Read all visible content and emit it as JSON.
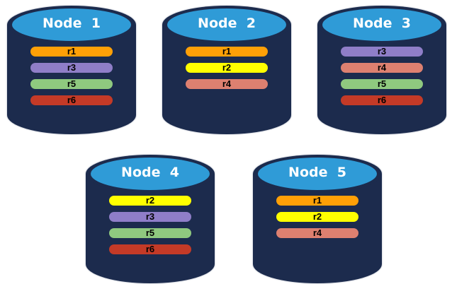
{
  "diagram": {
    "canvas_background": "#FFFFFF",
    "cylinder_style": {
      "body_color": "#1C2B4D",
      "top_face_color": "#2F9BD7",
      "title_color": "#FFFFFF",
      "replica_label_color": "#000000"
    },
    "replica_colors": {
      "r1": "#FFA007",
      "r2": "#FFFF00",
      "r3": "#8F7EC8",
      "r4": "#DD8070",
      "r5": "#8FC97F",
      "r6": "#C43A27"
    },
    "nodes": [
      {
        "title": "Node  1",
        "row": 1,
        "replicas": [
          "r1",
          "r3",
          "r5",
          "r6"
        ]
      },
      {
        "title": "Node  2",
        "row": 1,
        "replicas": [
          "r1",
          "r2",
          "r4"
        ]
      },
      {
        "title": "Node  3",
        "row": 1,
        "replicas": [
          "r3",
          "r4",
          "r5",
          "r6"
        ]
      },
      {
        "title": "Node  4",
        "row": 2,
        "replicas": [
          "r2",
          "r3",
          "r5",
          "r6"
        ]
      },
      {
        "title": "Node  5",
        "row": 2,
        "replicas": [
          "r1",
          "r2",
          "r4"
        ]
      }
    ]
  }
}
